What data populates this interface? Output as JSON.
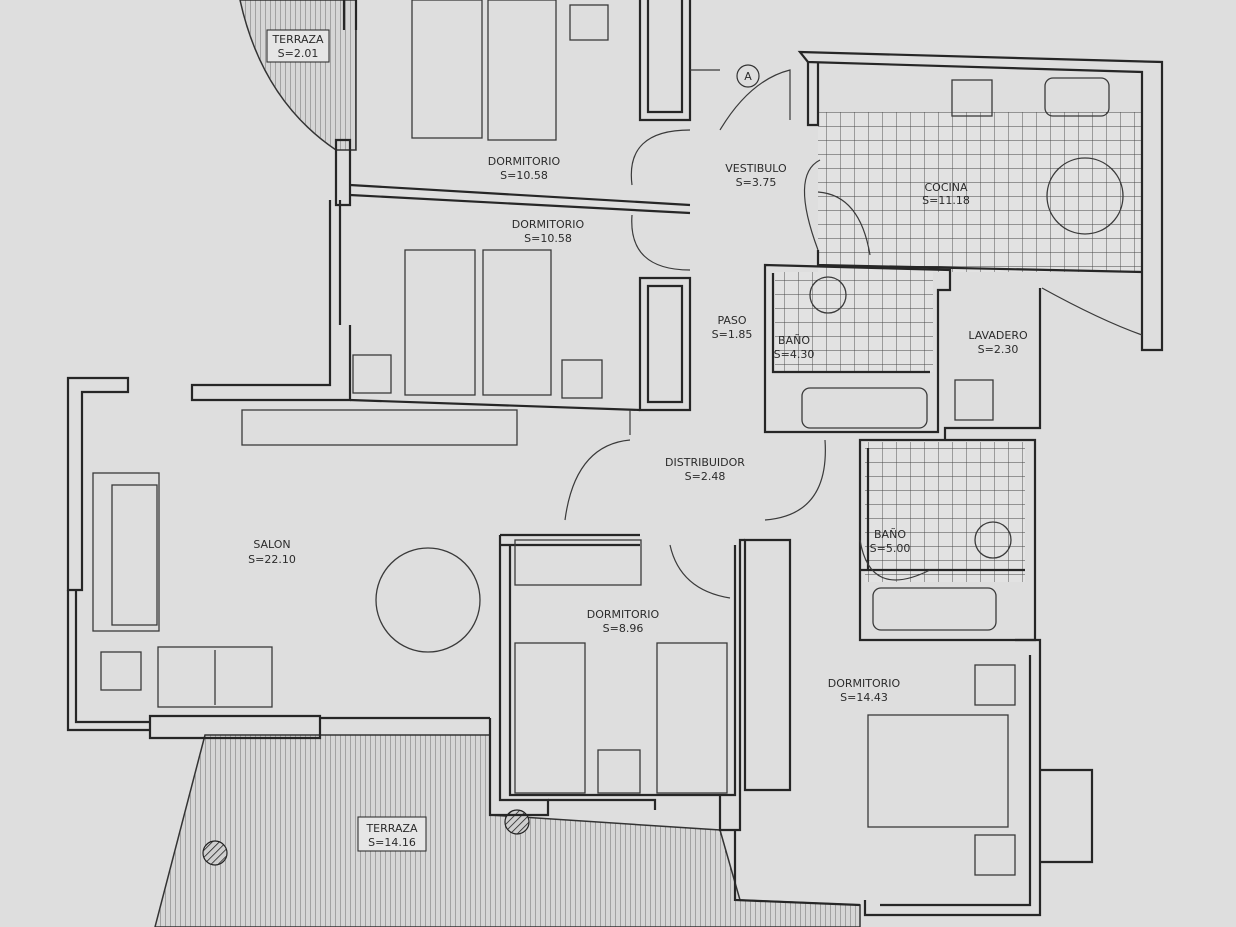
{
  "marker": "A",
  "rooms": [
    {
      "id": "terraza-small",
      "name": "TERRAZA",
      "area": "S=2.01"
    },
    {
      "id": "dormitorio-1",
      "name": "DORMITORIO",
      "area": "S=10.58"
    },
    {
      "id": "vestibulo",
      "name": "VESTIBULO",
      "area": "S=3.75"
    },
    {
      "id": "cocina",
      "name": "COCINA",
      "area": "S=11.18"
    },
    {
      "id": "dormitorio-2",
      "name": "DORMITORIO",
      "area": "S=10.58"
    },
    {
      "id": "paso",
      "name": "PASO",
      "area": "S=1.85"
    },
    {
      "id": "bano-1",
      "name": "BAÑO",
      "area": "S=4.30"
    },
    {
      "id": "lavadero",
      "name": "LAVADERO",
      "area": "S=2.30"
    },
    {
      "id": "distribuidor",
      "name": "DISTRIBUIDOR",
      "area": "S=2.48"
    },
    {
      "id": "salon",
      "name": "SALON",
      "area": "S=22.10"
    },
    {
      "id": "bano-2",
      "name": "BAÑO",
      "area": "S=5.00"
    },
    {
      "id": "dormitorio-3",
      "name": "DORMITORIO",
      "area": "S=8.96"
    },
    {
      "id": "dormitorio-4",
      "name": "DORMITORIO",
      "area": "S=14.43"
    },
    {
      "id": "terraza-large",
      "name": "TERRAZA",
      "area": "S=14.16"
    }
  ]
}
